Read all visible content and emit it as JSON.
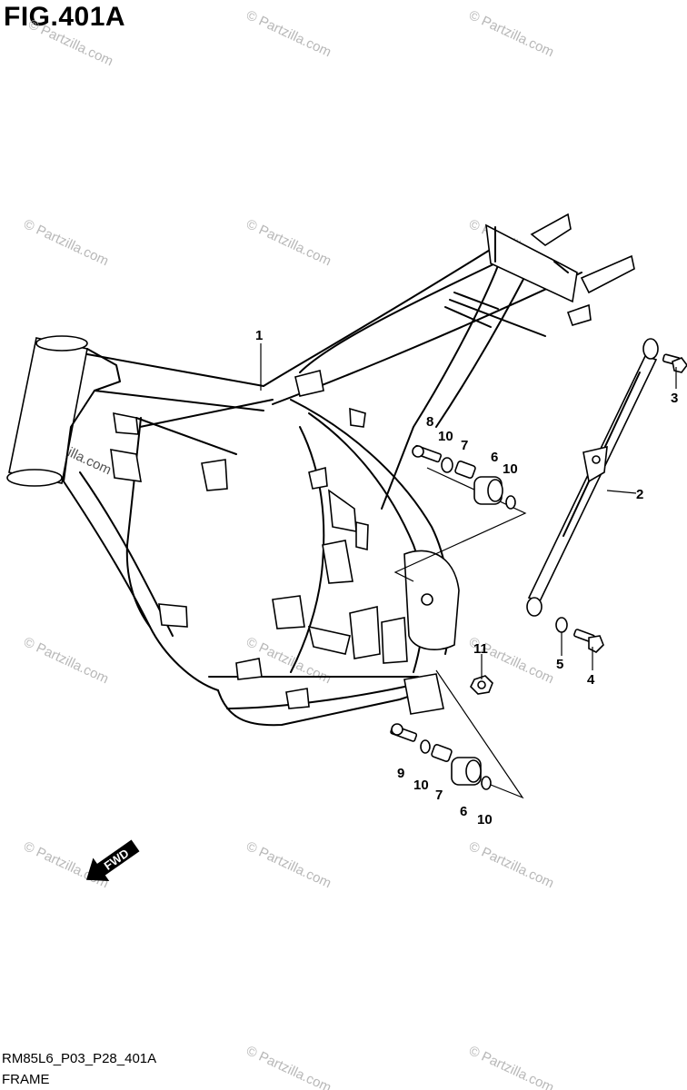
{
  "figure": {
    "title": "FIG.401A"
  },
  "footer": {
    "code": "RM85L6_P03_P28_401A",
    "name": "FRAME"
  },
  "fwd_label": "FWD",
  "callouts": [
    {
      "id": "c1",
      "label": "1"
    },
    {
      "id": "c2",
      "label": "2"
    },
    {
      "id": "c3",
      "label": "3"
    },
    {
      "id": "c4",
      "label": "4"
    },
    {
      "id": "c5",
      "label": "5"
    },
    {
      "id": "c6a",
      "label": "6"
    },
    {
      "id": "c6b",
      "label": "6"
    },
    {
      "id": "c7a",
      "label": "7"
    },
    {
      "id": "c7b",
      "label": "7"
    },
    {
      "id": "c8",
      "label": "8"
    },
    {
      "id": "c9",
      "label": "9"
    },
    {
      "id": "c10a",
      "label": "10"
    },
    {
      "id": "c10b",
      "label": "10"
    },
    {
      "id": "c10c",
      "label": "10"
    },
    {
      "id": "c10d",
      "label": "10"
    },
    {
      "id": "c11",
      "label": "11"
    }
  ],
  "watermark": "© Partzilla.com"
}
